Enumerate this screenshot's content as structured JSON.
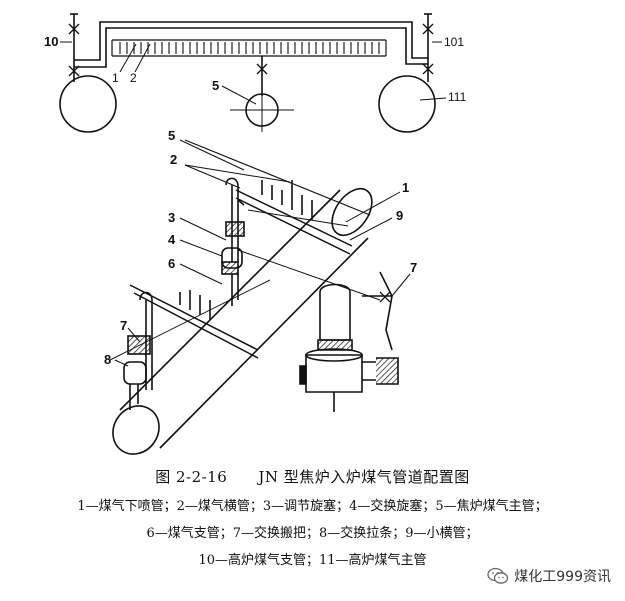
{
  "figure": {
    "caption": "图 2-2-16　　JN 型焦炉入炉煤气管道配置图",
    "legend_lines": [
      "1—煤气下喷管；2—煤气横管；3—调节旋塞；4—交换旋塞；5—焦炉煤气主管；",
      "6—煤气支管；7—交换搬把；8—交换拉条；9—小横管；",
      "10—高炉煤气支管；11—高炉煤气主管"
    ]
  },
  "top_view_labels": {
    "l10": "10",
    "l101": "101",
    "l111": "111",
    "l1": "1",
    "l2": "2",
    "l5": "5"
  },
  "perspective_labels": {
    "l5": "5",
    "l2": "2",
    "l1": "1",
    "l9": "9",
    "l3": "3",
    "l4": "4",
    "l6": "6",
    "l7a": "7",
    "l7b": "7",
    "l8": "8"
  },
  "watermark": {
    "text": "煤化工999资讯",
    "icon": "wechat-icon"
  }
}
